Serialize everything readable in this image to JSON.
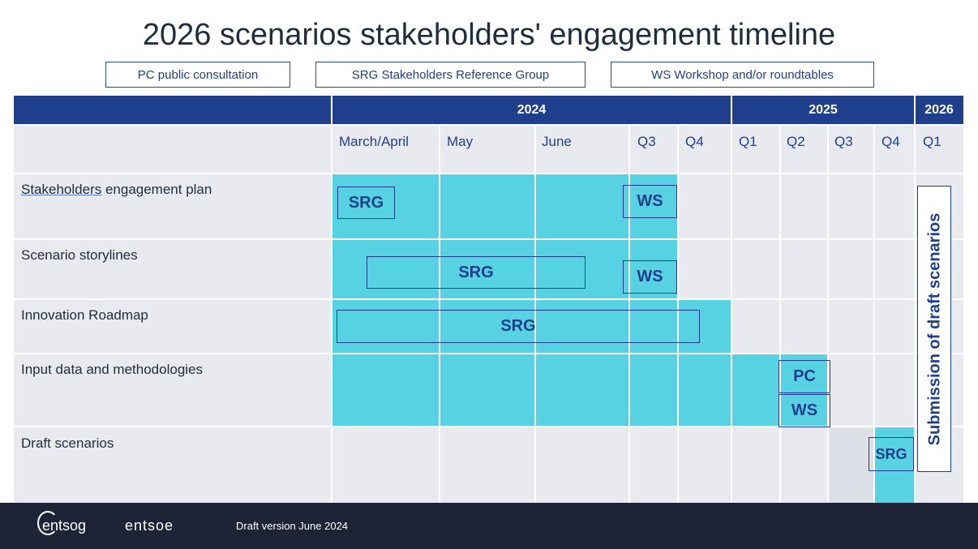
{
  "title": "2026 scenarios stakeholders' engagement timeline",
  "legend": [
    "PC public consultation",
    "SRG Stakeholders Reference Group",
    "WS Workshop and/or roundtables"
  ],
  "years": [
    "2024",
    "2025",
    "2026"
  ],
  "periods": [
    "March/April",
    "May",
    "June",
    "Q3",
    "Q4",
    "Q1",
    "Q2",
    "Q3",
    "Q4",
    "Q1"
  ],
  "rows": [
    {
      "label_pre": "Stakeholders",
      "label_post": " engagement plan"
    },
    {
      "label": "Scenario storylines"
    },
    {
      "label": "Innovation Roadmap"
    },
    {
      "label": "Input data and methodologies"
    },
    {
      "label": "Draft scenarios"
    }
  ],
  "markers": {
    "r1_srg": "SRG",
    "r1_ws": "WS",
    "r2_srg": "SRG",
    "r2_ws": "WS",
    "r3_srg": "SRG",
    "r4_pc": "PC",
    "r4_ws": "WS",
    "r5_srg": "SRG"
  },
  "submission": "Submission of draft scenarios",
  "footer": {
    "logo1": "entsog",
    "logo2": "entsoe",
    "text": "Draft version June 2024"
  },
  "colors": {
    "header": "#1f3f8c",
    "bar": "#56d2e3",
    "grid": "#e8eaf0",
    "footer": "#1e2336"
  }
}
